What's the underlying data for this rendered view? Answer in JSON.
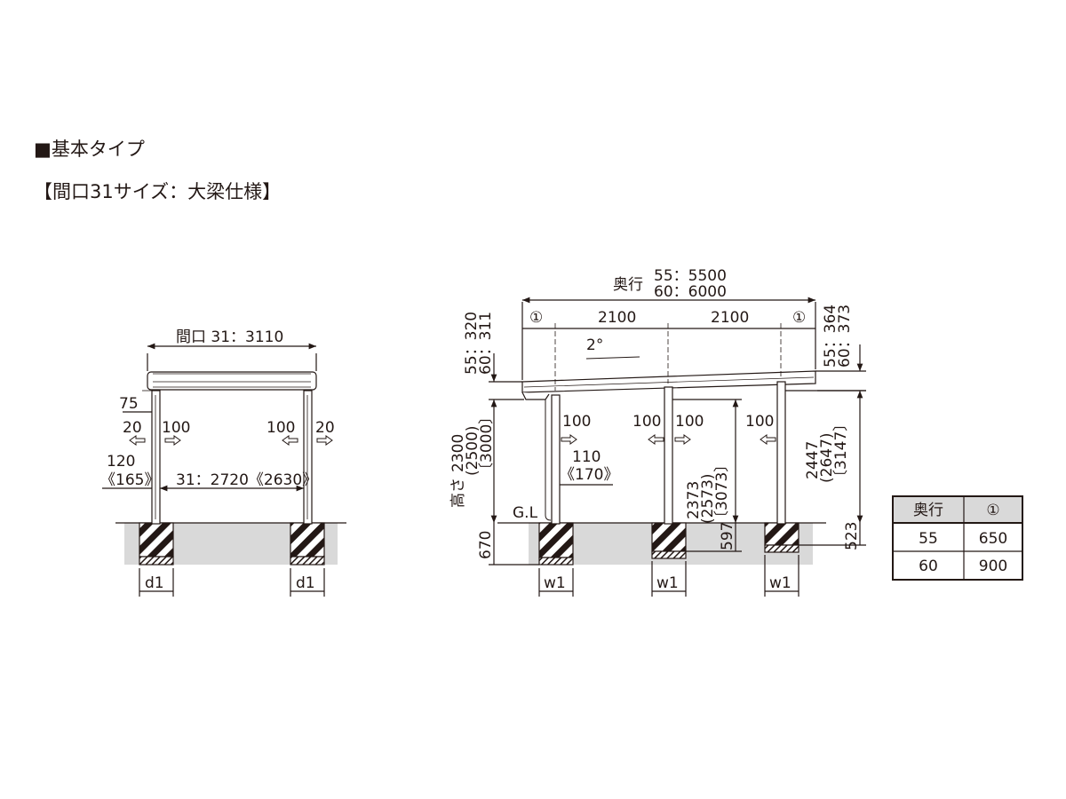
{
  "headings": {
    "title": "■基本タイプ",
    "subtitle": "【間口31サイズ：大梁仕様】"
  },
  "front_view": {
    "width_label": "間口 31：3110",
    "top_offset": "75",
    "left_20": "20",
    "left_100": "100",
    "right_100": "100",
    "right_20": "20",
    "beam_120": "120",
    "beam_165": "《165》",
    "inner_width": "31：2720《2630》",
    "foundation_left": "d1",
    "foundation_right": "d1"
  },
  "side_view": {
    "depth_label": "奥行",
    "depth_55": "55：5500",
    "depth_60": "60：6000",
    "post_ref_left": "①",
    "post_ref_right": "①",
    "span_1": "2100",
    "span_2": "2100",
    "slope": "2°",
    "left_roof_55": "55：320",
    "left_roof_60": "60：311",
    "right_roof_55": "55：364",
    "right_roof_60": "60：373",
    "height_label": "高さ",
    "height_1": "2300",
    "height_2": "(2500)",
    "height_3": "〔3000〕",
    "post1_100": "100",
    "post1_110": "110",
    "post1_170": "《170》",
    "post2_100_left": "100",
    "post2_100_right": "100",
    "mid_h1": "2373",
    "mid_h2": "(2573)",
    "mid_h3": "〔3073〕",
    "post3_100": "100",
    "right_h1": "2447",
    "right_h2": "(2647)",
    "right_h3": "〔3147〕",
    "gl": "G.L",
    "depth_670": "670",
    "depth_597": "597",
    "depth_523": "523",
    "w1_a": "w1",
    "w1_b": "w1",
    "w1_c": "w1"
  },
  "table": {
    "headers": [
      "奥行",
      "①"
    ],
    "rows": [
      [
        "55",
        "650"
      ],
      [
        "60",
        "900"
      ]
    ]
  }
}
